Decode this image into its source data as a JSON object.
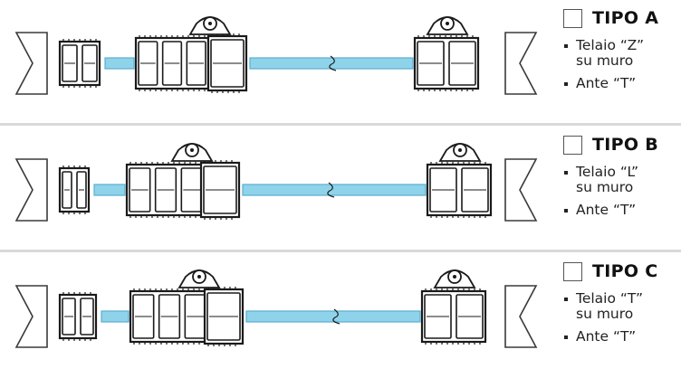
{
  "colors": {
    "glass": "#8fd3ea",
    "glass_stroke": "#5aaed0",
    "profile": "#1a1a1a",
    "wall": "#3a3a3a",
    "separator": "#d9d9d9"
  },
  "options": [
    {
      "title": "TIPO A",
      "frame_line1": "Telaio “Z”",
      "frame_line2": "su muro",
      "sash": "Ante “T”",
      "checked": false
    },
    {
      "title": "TIPO B",
      "frame_line1": "Telaio “L”",
      "frame_line2": "su muro",
      "sash": "Ante “T”",
      "checked": false
    },
    {
      "title": "TIPO C",
      "frame_line1": "Telaio “T”",
      "frame_line2": "su muro",
      "sash": "Ante “T”",
      "checked": false
    }
  ]
}
